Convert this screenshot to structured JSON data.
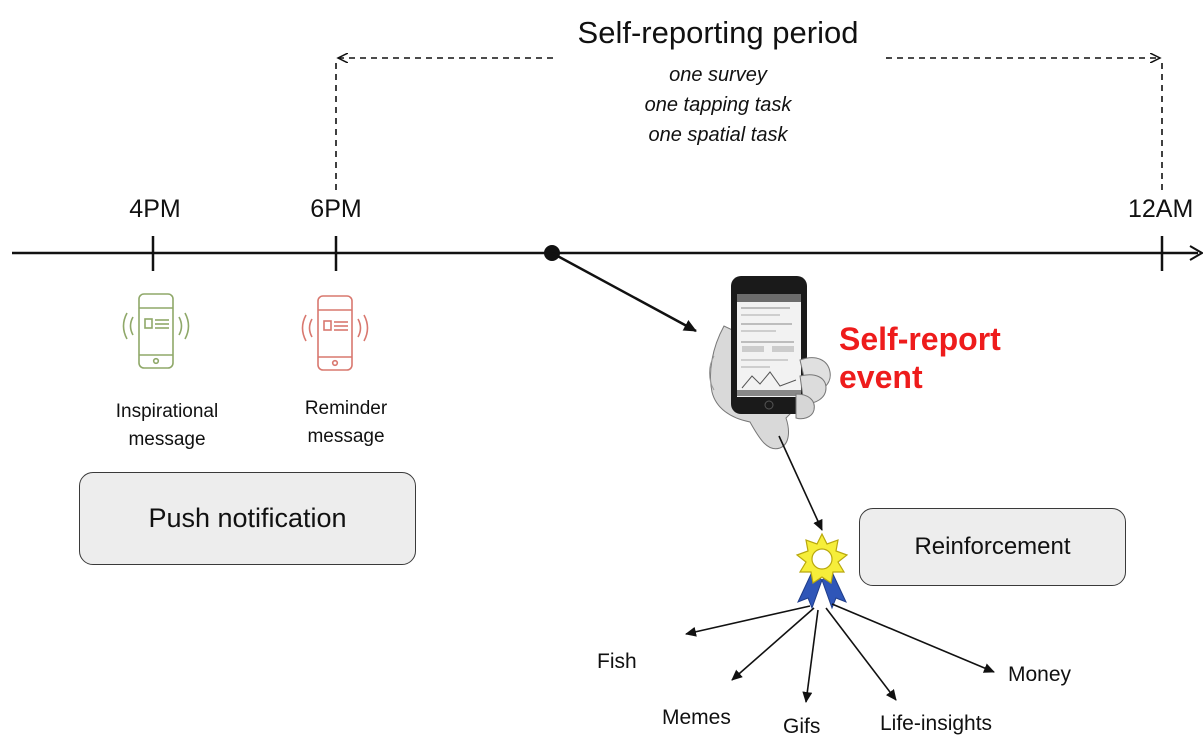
{
  "period": {
    "title": "Self-reporting period",
    "tasks": [
      "one survey",
      "one tapping task",
      "one spatial task"
    ]
  },
  "timeline": {
    "ticks": [
      {
        "label": "4PM"
      },
      {
        "label": "6PM"
      },
      {
        "label": "12AM"
      }
    ]
  },
  "notifications": {
    "inspirational": {
      "label": "Inspirational message",
      "icon": "phone-vibrate-icon",
      "color": "#8fa869"
    },
    "reminder": {
      "label": "Reminder message",
      "icon": "phone-vibrate-icon",
      "color": "#d9786f"
    },
    "box_label": "Push notification"
  },
  "event": {
    "label": "Self-report event",
    "color": "#ee1c1c"
  },
  "reinforcement": {
    "box_label": "Reinforcement",
    "icon": "award-ribbon-icon",
    "rewards": [
      "Fish",
      "Memes",
      "Gifs",
      "Life-insights",
      "Money"
    ]
  }
}
